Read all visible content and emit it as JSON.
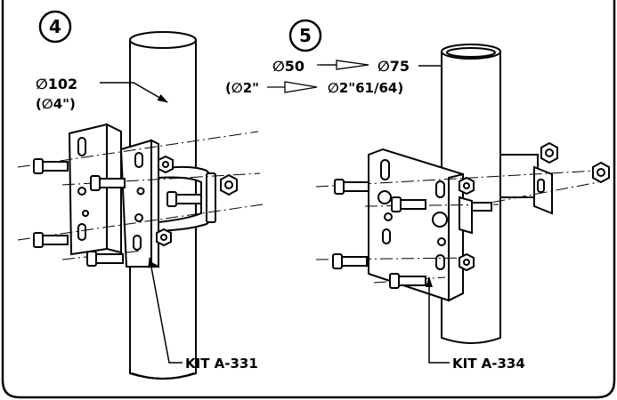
{
  "step4": {
    "number": "4",
    "dim_mm": "∅102",
    "dim_in": "(∅4\")",
    "kit_label": "KIT  A-331"
  },
  "step5": {
    "number": "5",
    "dim_line1_from": "∅50",
    "dim_line1_to": "∅75",
    "dim_line2_from": "(∅2\"",
    "dim_line2_to": "∅2\"61/64)",
    "kit_label": "KIT  A-334"
  },
  "colors": {
    "line": "#000000",
    "plate_fill": "#ffffff",
    "background": "#ffffff"
  }
}
